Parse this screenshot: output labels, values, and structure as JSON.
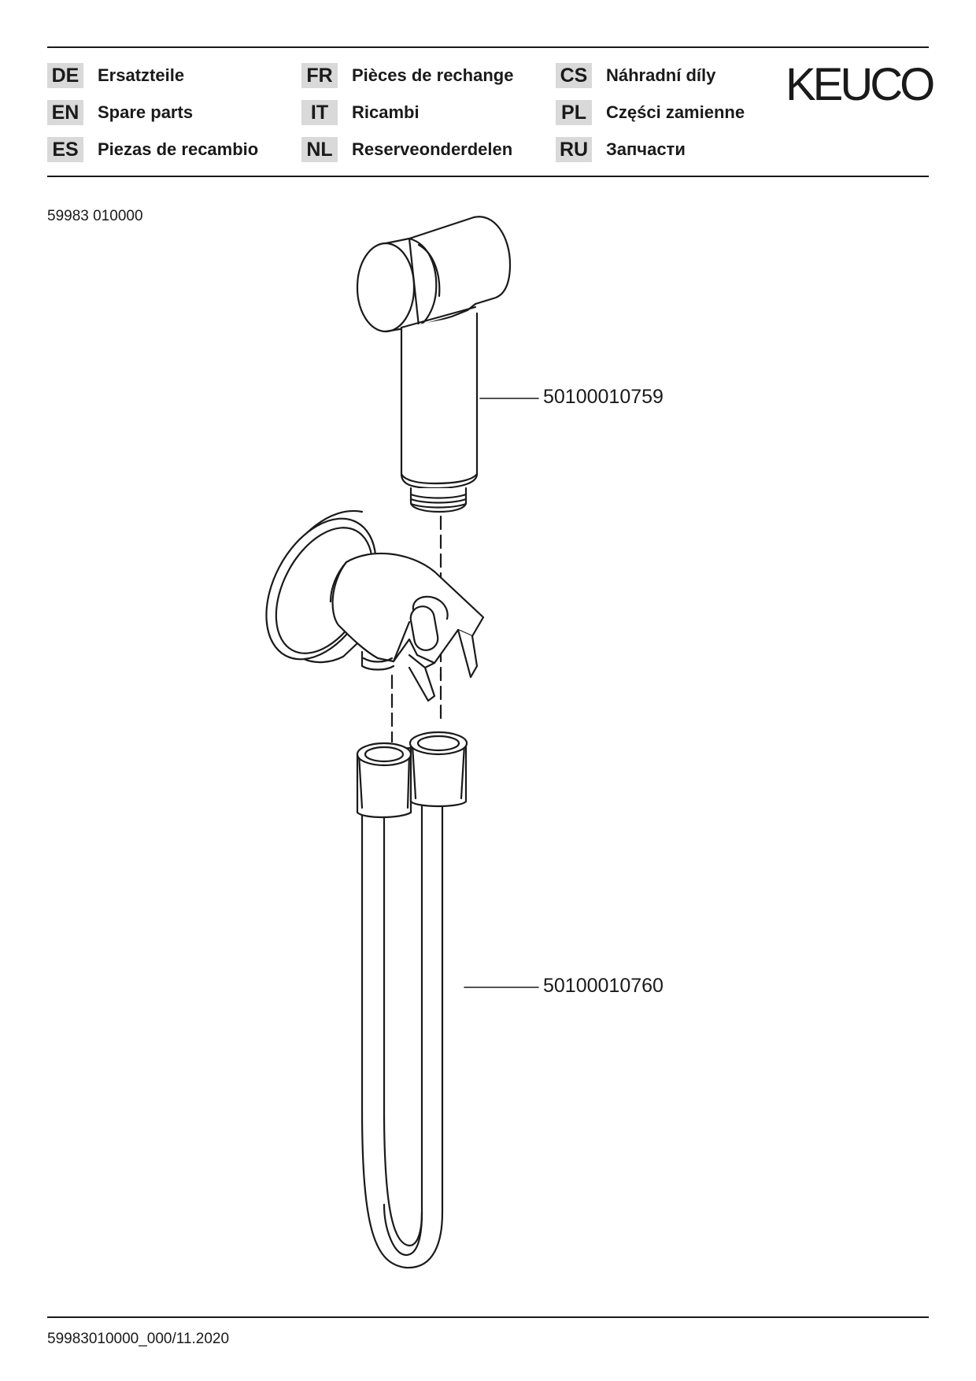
{
  "header": {
    "languages": [
      {
        "code": "DE",
        "label": "Ersatzteile"
      },
      {
        "code": "EN",
        "label": "Spare parts"
      },
      {
        "code": "ES",
        "label": "Piezas de recambio"
      },
      {
        "code": "FR",
        "label": "Pièces de rechange"
      },
      {
        "code": "IT",
        "label": "Ricambi"
      },
      {
        "code": "NL",
        "label": "Reserveonderdelen"
      },
      {
        "code": "CS",
        "label": "Náhradní díly"
      },
      {
        "code": "PL",
        "label": "Części zamienne"
      },
      {
        "code": "RU",
        "label": "Запчасти"
      }
    ],
    "logo": "KEUCO"
  },
  "article_number": "59983 010000",
  "parts": [
    {
      "number": "50100010759"
    },
    {
      "number": "50100010760"
    }
  ],
  "footer": {
    "doc_id": "59983010000_000/11.2020"
  }
}
